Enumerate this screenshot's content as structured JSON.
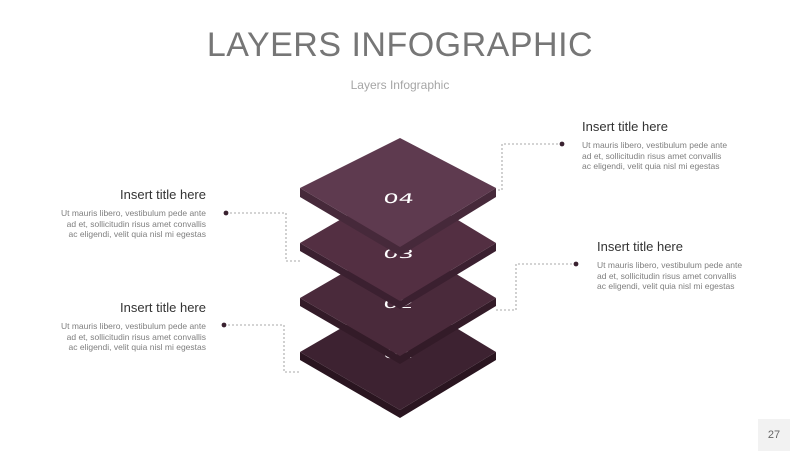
{
  "slide": {
    "title": "LAYERS INFOGRAPHIC",
    "subtitle": "Layers Infographic",
    "page_number": "27"
  },
  "layers": [
    {
      "number": "01",
      "color": "#3d2231"
    },
    {
      "number": "02",
      "color": "#4a2a3b"
    },
    {
      "number": "03",
      "color": "#532f42"
    },
    {
      "number": "04",
      "color": "#5e3a4f"
    }
  ],
  "callouts": {
    "left_top": {
      "title": "Insert title here",
      "text": "Ut mauris libero, vestibulum pede ante ad et, sollicitudin risus amet convallis ac eligendi, velit quia nisl mi egestas"
    },
    "left_bottom": {
      "title": "Insert title here",
      "text": "Ut mauris libero, vestibulum pede ante ad et, sollicitudin risus amet convallis ac eligendi, velit quia nisl mi egestas"
    },
    "right_top": {
      "title": "Insert title here",
      "text": "Ut mauris libero, vestibulum pede ante ad et, sollicitudin risus amet convallis ac eligendi, velit quia nisl mi egestas"
    },
    "right_bottom": {
      "title": "Insert title here",
      "text": "Ut mauris libero, vestibulum pede ante ad et, sollicitudin risus amet convallis ac eligendi, velit quia nisl mi egestas"
    }
  }
}
